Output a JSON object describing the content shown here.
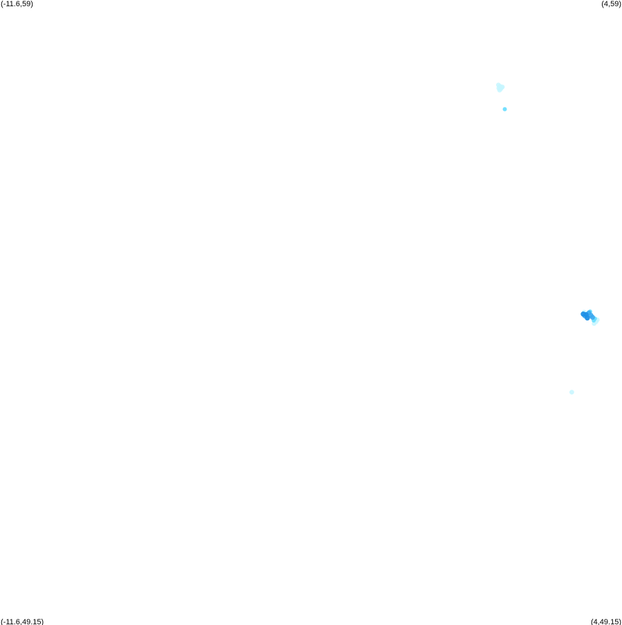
{
  "corners": {
    "top_left": "(-11.6,59)",
    "top_right": "(4,59)",
    "bottom_left": "(-11.6,49.15)",
    "bottom_right": "(4,49.15)"
  },
  "bounds": {
    "lon_min": -11.6,
    "lon_max": 4,
    "lat_min": 49.15,
    "lat_max": 59
  },
  "colors": {
    "light": "#c6f6ff",
    "medium": "#66ddff",
    "strong": "#3aa8f0",
    "deep": "#1f8fe6"
  },
  "clusters": [
    {
      "points": [
        {
          "lon": 0.9,
          "lat": 57.66,
          "level": "light"
        },
        {
          "lon": 0.94,
          "lat": 57.64,
          "level": "light"
        },
        {
          "lon": 0.98,
          "lat": 57.62,
          "level": "light"
        },
        {
          "lon": 0.91,
          "lat": 57.61,
          "level": "light"
        },
        {
          "lon": 0.96,
          "lat": 57.6,
          "level": "light"
        },
        {
          "lon": 0.93,
          "lat": 57.58,
          "level": "light"
        },
        {
          "lon": 1.0,
          "lat": 57.63,
          "level": "light"
        }
      ]
    },
    {
      "points": [
        {
          "lon": 1.06,
          "lat": 57.28,
          "level": "medium"
        }
      ]
    },
    {
      "points": [
        {
          "lon": 3.03,
          "lat": 54.05,
          "level": "deep"
        },
        {
          "lon": 3.07,
          "lat": 54.02,
          "level": "strong"
        },
        {
          "lon": 3.1,
          "lat": 54.04,
          "level": "deep"
        },
        {
          "lon": 3.13,
          "lat": 53.99,
          "level": "deep"
        },
        {
          "lon": 3.17,
          "lat": 54.07,
          "level": "strong"
        },
        {
          "lon": 3.2,
          "lat": 54.09,
          "level": "medium"
        },
        {
          "lon": 3.22,
          "lat": 54.03,
          "level": "strong"
        },
        {
          "lon": 3.26,
          "lat": 54.0,
          "level": "strong"
        },
        {
          "lon": 3.29,
          "lat": 53.95,
          "level": "medium"
        },
        {
          "lon": 3.32,
          "lat": 53.98,
          "level": "medium"
        },
        {
          "lon": 3.35,
          "lat": 53.93,
          "level": "light"
        },
        {
          "lon": 3.38,
          "lat": 53.96,
          "level": "light"
        },
        {
          "lon": 3.3,
          "lat": 53.9,
          "level": "light"
        },
        {
          "lon": 3.05,
          "lat": 54.08,
          "level": "light"
        }
      ]
    },
    {
      "points": [
        {
          "lon": 2.74,
          "lat": 52.82,
          "level": "light"
        }
      ]
    }
  ]
}
